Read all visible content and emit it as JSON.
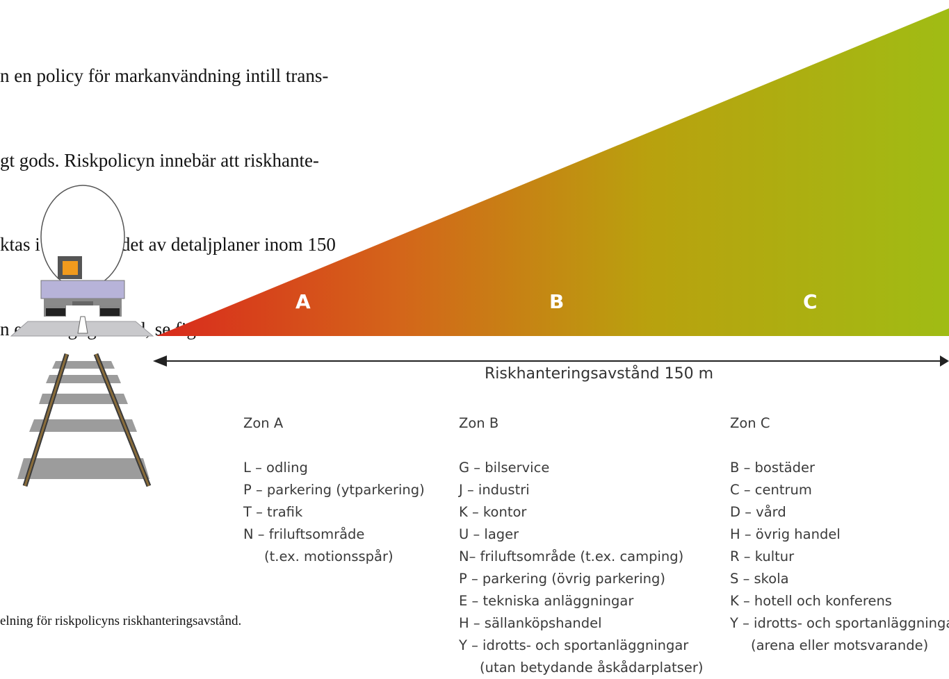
{
  "intro_lines": [
    "n en policy för markanvändning intill trans-",
    "gt gods. Riskpolicyn innebär att riskhante-",
    "ktas i framtagandet av detaljplaner inom 150",
    "n en farligt godsled, se figuren nedan."
  ],
  "zones": {
    "a_label": "A",
    "b_label": "B",
    "c_label": "C",
    "gradient_colors": [
      "#d92a1c",
      "#d4641a",
      "#b9a10e",
      "#a0bc14"
    ]
  },
  "distance_label": "Riskhanteringsavstånd 150 m",
  "zone_a": {
    "title": "Zon A",
    "items": [
      "L – odling",
      "P – parkering (ytparkering)",
      "T – trafik",
      "N – friluftsområde"
    ],
    "sub": "(t.ex. motionsspår)"
  },
  "zone_b": {
    "title": "Zon B",
    "items": [
      "G – bilservice",
      "J – industri",
      "K – kontor",
      "U – lager",
      "N– friluftsområde (t.ex. camping)",
      "P – parkering (övrig parkering)",
      "E – tekniska anläggningar",
      "H – sällanköpshandel",
      "Y – idrotts- och sportanläggningar"
    ],
    "sub": "(utan betydande åskådarplatser)"
  },
  "zone_c": {
    "title": "Zon C",
    "items": [
      "B – bostäder",
      "C – centrum",
      "D – vård",
      "H – övrig handel",
      "R – kultur",
      "S – skola",
      "K – hotell och konferens",
      "Y – idrotts- och sportanläggningar"
    ],
    "sub": "(arena eller motsvarande)"
  },
  "caption": "elning för riskpolicyns riskhanteringsavstånd."
}
